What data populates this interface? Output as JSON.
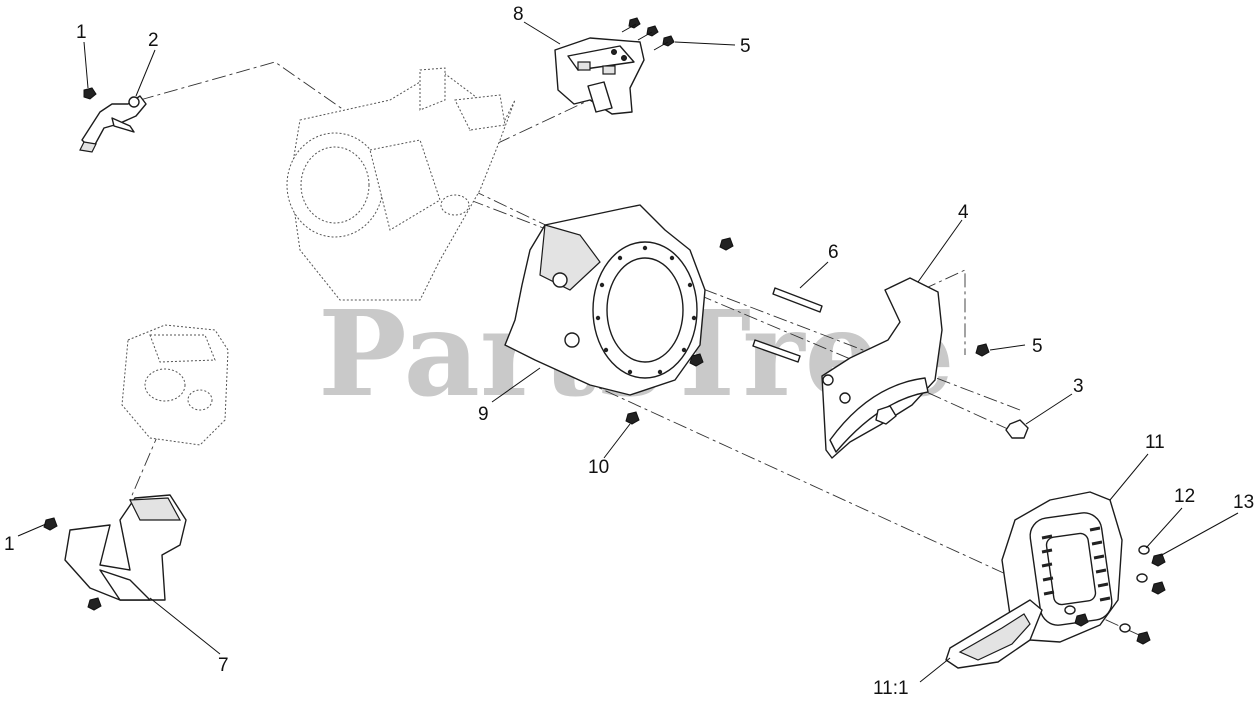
{
  "watermark": "PartsTree",
  "callouts": {
    "c1_top": "1",
    "c2": "2",
    "c8": "8",
    "c5_top": "5",
    "c4": "4",
    "c6": "6",
    "c5_right": "5",
    "c3": "3",
    "c9": "9",
    "c10": "10",
    "c11": "11",
    "c12": "12",
    "c13": "13",
    "c1_bottom": "1",
    "c7": "7",
    "c11_1": "11:1"
  }
}
